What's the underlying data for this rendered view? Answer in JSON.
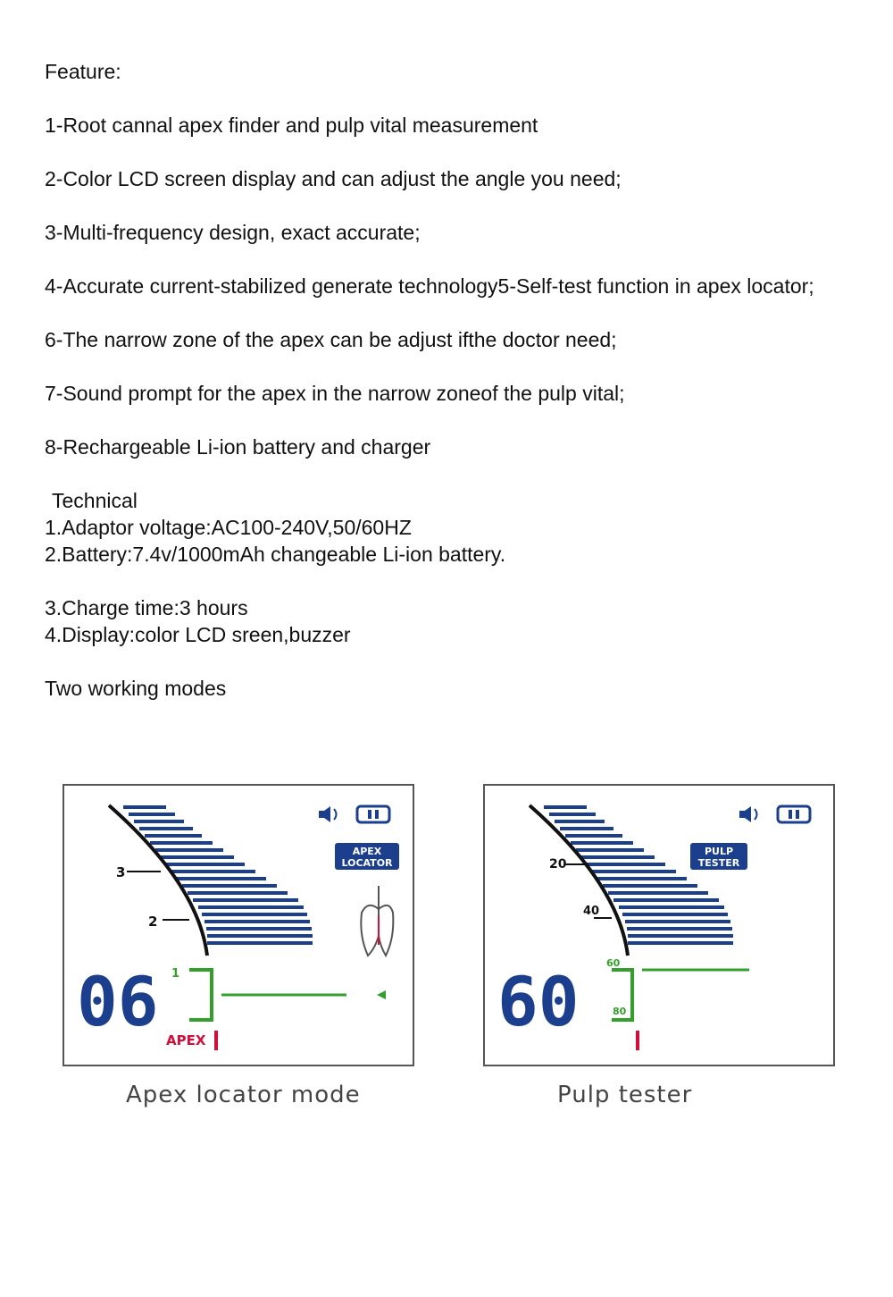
{
  "features": {
    "heading": "Feature:",
    "items": [
      "1-Root cannal apex finder and pulp vital measurement",
      "2-Color LCD screen display and can adjust the angle you need;",
      "3-Multi-frequency design, exact accurate;",
      "4-Accurate current-stabilized generate technology5-Self-test function in apex locator;",
      "6-The narrow zone of the apex can be adjust ifthe doctor need;",
      "7-Sound prompt for the apex in the narrow zoneof the pulp vital;",
      "8-Rechargeable Li-ion battery and charger"
    ]
  },
  "technical": {
    "heading": "Technical",
    "items": [
      "1.Adaptor voltage:AC100-240V,50/60HZ",
      "2.Battery:7.4v/1000mAh changeable Li-ion battery.",
      "3.Charge time:3 hours",
      "4.Display:color LCD sreen,buzzer"
    ]
  },
  "modes": {
    "heading": "Two working modes",
    "apex": {
      "caption": "Apex locator mode",
      "reading": "06",
      "badge_line1": "APEX",
      "badge_line2": "LOCATOR",
      "scale_labels": [
        "3",
        "2",
        "1"
      ],
      "apex_label": "APEX"
    },
    "pulp": {
      "caption": "Pulp tester",
      "reading": "60",
      "badge_line1": "PULP",
      "badge_line2": "TESTER",
      "scale_labels": [
        "20",
        "40",
        "60",
        "80"
      ]
    }
  },
  "colors": {
    "bars": "#1b3f8c",
    "zone": "#33a02c",
    "apex": "#d0103a",
    "caption": "#444444"
  },
  "icons": [
    "speaker-icon",
    "battery-icon",
    "tooth-icon"
  ]
}
